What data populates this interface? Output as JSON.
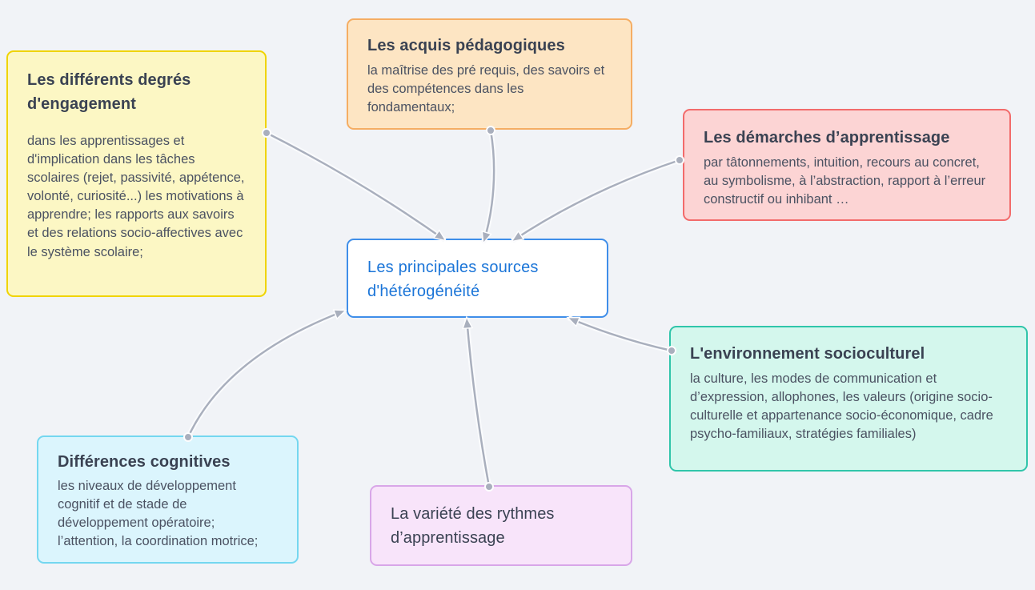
{
  "diagram": {
    "background": "#f1f3f7",
    "connector_color": "#a9afbd",
    "center": {
      "title": "Les principales sources d'hétérogénéité",
      "fill": "#ffffff",
      "border": "#3f8ee9",
      "text_color": "#1b75d8"
    },
    "nodes": [
      {
        "id": "degres-engagement",
        "title": "Les différents  degrés d'engagement",
        "body": "dans les apprentissages et d'implication dans les tâches scolaires (rejet, passivité, appétence, volonté, curiosité...) les motivations à apprendre; les rapports aux savoirs et des relations socio-affectives avec le système scolaire;",
        "fill": "#fcf7c4",
        "border": "#f0d400"
      },
      {
        "id": "acquis-pedagogiques",
        "title": "Les acquis pédagogiques",
        "body": "la maîtrise des pré requis, des savoirs et des compétences dans les fondamentaux;",
        "fill": "#fde5c3",
        "border": "#f5ad63"
      },
      {
        "id": "demarches-apprentissage",
        "title": "Les démarches d’apprentissage",
        "body": "par tâtonnements, intuition, recours au concret, au symbolisme, à l’abstraction, rapport à l’erreur constructif ou inhibant …",
        "fill": "#fcd4d4",
        "border": "#f26b6b"
      },
      {
        "id": "environnement-socioculturel",
        "title": "L'environnement socioculturel",
        "body": "la culture, les modes de communication et d’expression, allophones, les valeurs (origine socio-culturelle et appartenance socio-économique, cadre psycho-familiaux, stratégies familiales)",
        "fill": "#d4f7ed",
        "border": "#30c5aa"
      },
      {
        "id": "differences-cognitives",
        "title": "Différences cognitives",
        "body": "les niveaux de développement cognitif et de stade de développement opératoire; l’attention, la coordination motrice;",
        "fill": "#dbf5fd",
        "border": "#74d7f0"
      },
      {
        "id": "variete-rythmes",
        "title": "La variété des rythmes d’apprentissage",
        "fill": "#f8e4fa",
        "border": "#d8a6e8"
      }
    ]
  }
}
